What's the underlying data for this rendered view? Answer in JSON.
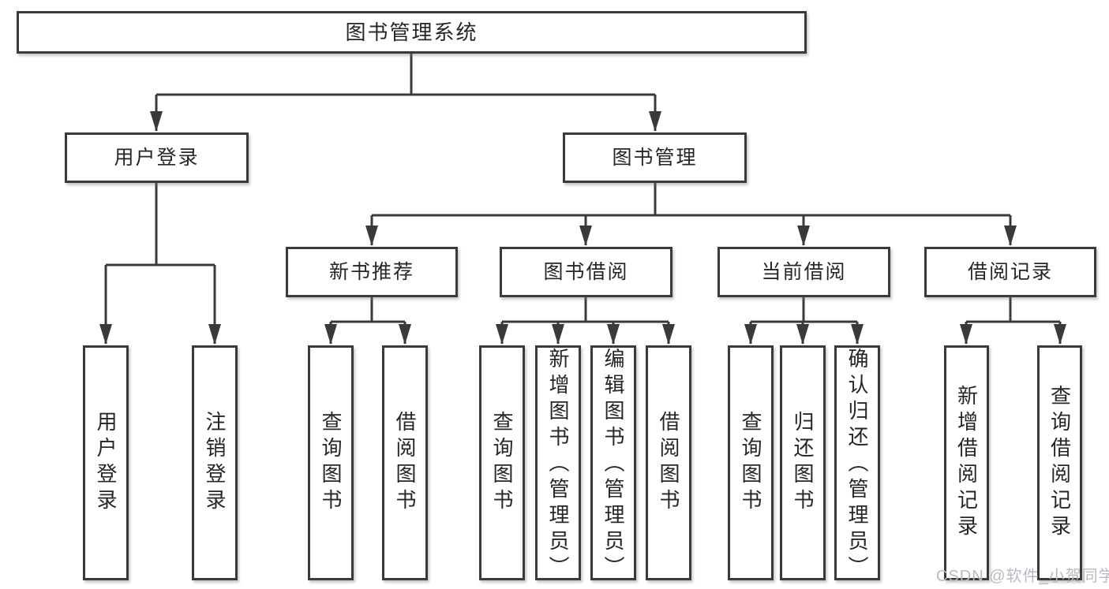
{
  "tree": {
    "root": {
      "label": "图书管理系统"
    },
    "branches": [
      {
        "label": "用户登录",
        "children": [
          {
            "label": "用户登录"
          },
          {
            "label": "注销登录"
          }
        ]
      },
      {
        "label": "图书管理",
        "children": [
          {
            "label": "新书推荐",
            "children": [
              {
                "label": "查询图书"
              },
              {
                "label": "借阅图书"
              }
            ]
          },
          {
            "label": "图书借阅",
            "children": [
              {
                "label": "查询图书"
              },
              {
                "label": "新增图书（管理员）"
              },
              {
                "label": "编辑图书（管理员）"
              },
              {
                "label": "借阅图书"
              }
            ]
          },
          {
            "label": "当前借阅",
            "children": [
              {
                "label": "查询图书"
              },
              {
                "label": "归还图书"
              },
              {
                "label": "确认归还（管理员）"
              }
            ]
          },
          {
            "label": "借阅记录",
            "children": [
              {
                "label": "新增借阅记录"
              },
              {
                "label": "查询借阅记录"
              }
            ]
          }
        ]
      }
    ]
  },
  "watermark": "CSDN @软件_小贺同学",
  "colors": {
    "line": "#3a3a3a",
    "text": "#262626",
    "watermark": "#b7bbc1",
    "background": "#ffffff"
  }
}
